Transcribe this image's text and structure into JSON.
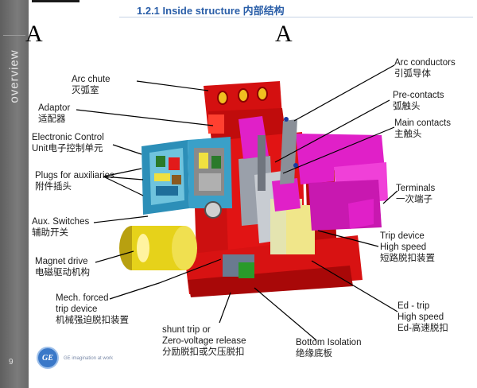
{
  "title": "1.2.1 Inside structure 内部结构",
  "sidebar": {
    "label": "overview",
    "page_number": "9"
  },
  "markers": [
    "A",
    "A"
  ],
  "footer": {
    "tagline": "GE imagination at work"
  },
  "colors": {
    "housing": "#e11414",
    "terminal": "#e020c8",
    "electronics": "#2c8fb8",
    "magnet": "#e6d21a",
    "title": "#2a5ea8"
  },
  "labels": {
    "arc_chute": [
      "Arc chute",
      "灭弧室"
    ],
    "adaptor": [
      "Adaptor",
      "适配器"
    ],
    "ecu": [
      "Electronic Control",
      "Unit电子控制单元"
    ],
    "plugs": [
      "Plugs for auxiliaries",
      "附件插头"
    ],
    "aux_switches": [
      "Aux. Switches",
      "辅助开关"
    ],
    "magnet_drive": [
      "Magnet drive",
      "电磁驱动机构"
    ],
    "mech_trip": [
      "Mech. forced",
      "trip device",
      "机械强迫脱扣装置"
    ],
    "shunt_trip": [
      "shunt trip or",
      "Zero-voltage release",
      "分励脱扣或欠压脱扣"
    ],
    "bottom_isolation": [
      "Bottom Isolation",
      "绝缘底板"
    ],
    "ed_trip": [
      "Ed - trip",
      "High speed",
      "Ed-高速脱扣"
    ],
    "trip_device": [
      "Trip device",
      "High speed",
      "短路脱扣装置"
    ],
    "terminals": [
      "Terminals",
      "一次端子"
    ],
    "main_contacts": [
      "Main contacts",
      "主触头"
    ],
    "pre_contacts": [
      "Pre-contacts",
      "弧触头"
    ],
    "arc_conductors": [
      "Arc conductors",
      "引弧导体"
    ]
  }
}
